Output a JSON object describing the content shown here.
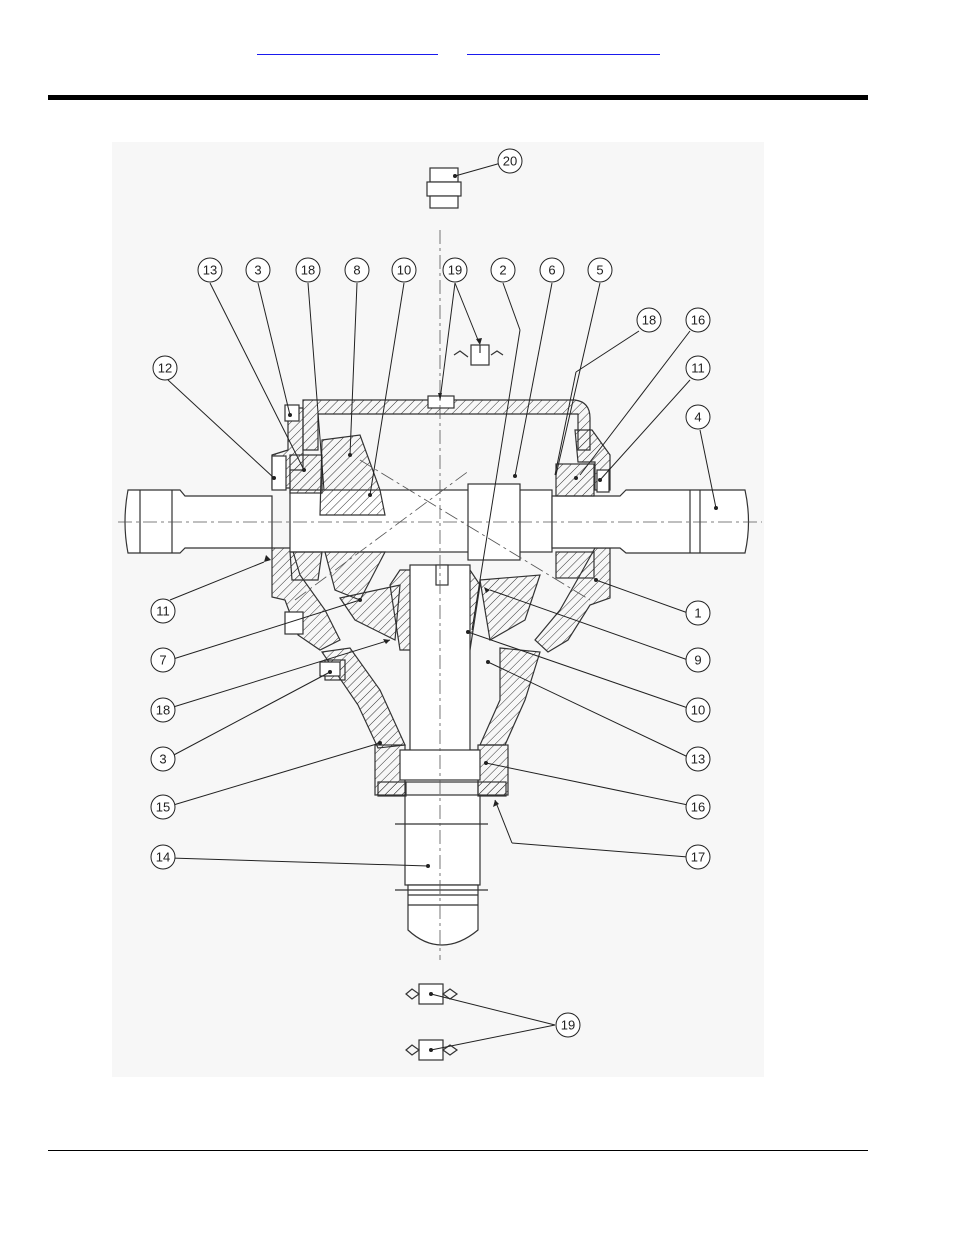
{
  "nav": {
    "link_left": "",
    "link_right": ""
  },
  "callouts": [
    "20",
    "13",
    "3",
    "18",
    "8",
    "10",
    "19",
    "2",
    "6",
    "5",
    "18",
    "16",
    "12",
    "11",
    "4",
    "11",
    "1",
    "7",
    "9",
    "18",
    "10",
    "3",
    "13",
    "15",
    "16",
    "14",
    "17",
    "19"
  ]
}
